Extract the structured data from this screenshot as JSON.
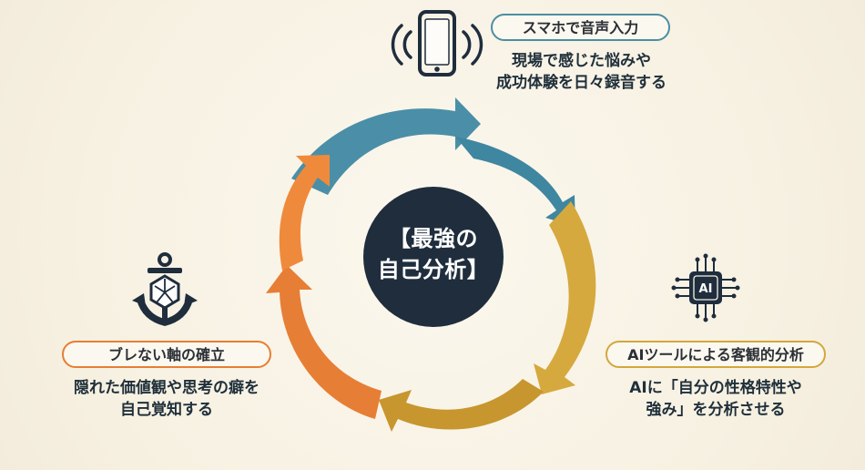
{
  "center": {
    "title_line1": "【最強の",
    "title_line2": "自己分析】"
  },
  "steps": [
    {
      "title": "スマホで音声入力",
      "description_line1": "現場で感じた悩みや",
      "description_line2": "成功体験を日々録音する",
      "icon": "smartphone-icon",
      "accent": "#4b8ea2"
    },
    {
      "title": "AIツールによる客観的分析",
      "description_line1": "AIに「自分の性格特性や",
      "description_line2": "強み」を分析させる",
      "icon": "ai-chip-icon",
      "accent": "#d4a73d"
    },
    {
      "title": "ブレない軸の確立",
      "description_line1": "隠れた価値観や思考の癖を",
      "description_line2": "自己覚知する",
      "icon": "anchor-icon",
      "accent": "#e77e35"
    }
  ],
  "icon_text": {
    "chip_label": "AI"
  },
  "colors": {
    "background": "#f8f3e6",
    "center_circle": "#1f2d3d",
    "arrow_blue": "#4a8fa7",
    "arrow_gold": "#d6a93e",
    "arrow_orange": "#e77e35",
    "icon_navy": "#1f2d3d"
  }
}
